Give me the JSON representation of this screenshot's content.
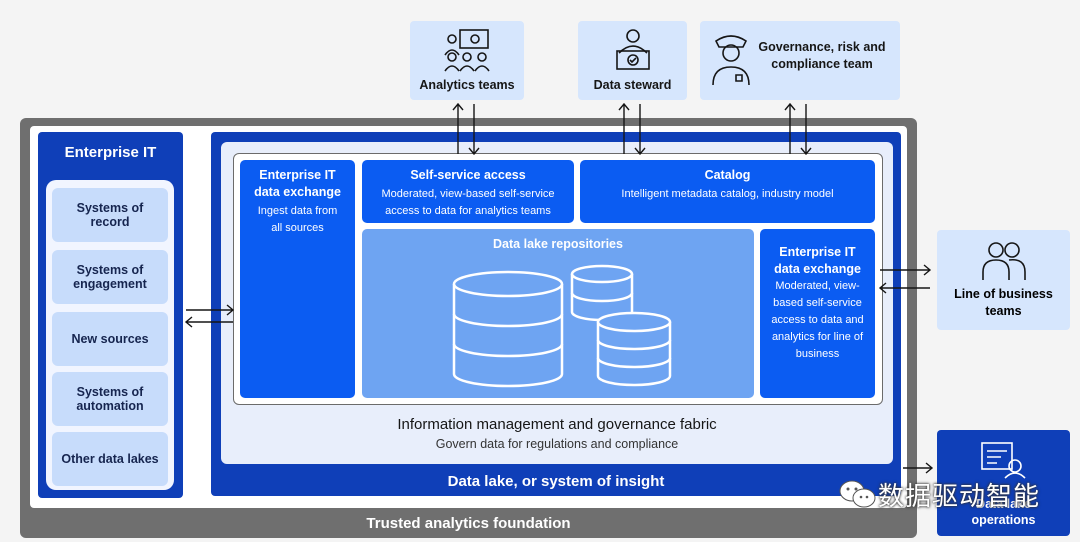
{
  "roles": {
    "analytics": "Analytics teams",
    "steward": "Data steward",
    "governance": "Governance, risk and compliance team"
  },
  "enterprise_it": {
    "title": "Enterprise IT",
    "sources": [
      "Systems of record",
      "Systems of engagement",
      "New sources",
      "Systems of automation",
      "Other data lakes"
    ]
  },
  "exchange_left": {
    "title": "Enterprise IT data exchange",
    "desc": "Ingest data from all sources"
  },
  "self_service": {
    "title": "Self-service access",
    "desc": "Moderated, view-based self-service access to data for analytics teams"
  },
  "catalog": {
    "title": "Catalog",
    "desc": "Intelligent metadata catalog, industry model"
  },
  "repositories": {
    "title": "Data lake repositories"
  },
  "exchange_right": {
    "title": "Enterprise IT data exchange",
    "desc": "Moderated, view-based self-service access to data and analytics for line of business"
  },
  "fabric": {
    "title": "Information management and governance fabric",
    "subtitle": "Govern data for regulations and compliance"
  },
  "data_lake_label": "Data lake, or system of insight",
  "foundation_label": "Trusted analytics foundation",
  "line_of_business": "Line of business teams",
  "operations": "Data lake operations",
  "watermark": "数据驱动智能",
  "colors": {
    "dark_blue": "#0f3fb8",
    "blue": "#0b5cf2",
    "light_blue": "#6ea4f2",
    "pale_blue": "#d6e6fd",
    "gray": "#6f6f6f"
  }
}
